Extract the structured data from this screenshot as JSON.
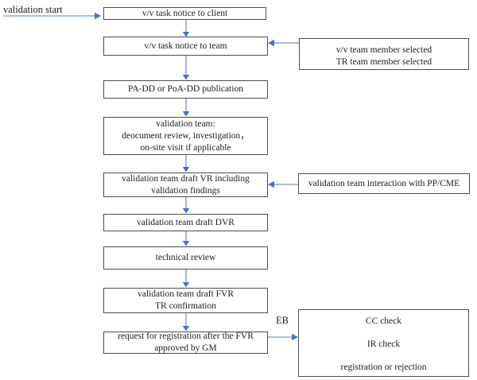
{
  "colors": {
    "background": "#ffffff",
    "box_border": "#4d4d4d",
    "text": "#1c1c1c",
    "arrow_line": "#8ea9dc",
    "arrow_head": "#4673c1"
  },
  "labels": {
    "start": "validation start",
    "eb_connector": "EB"
  },
  "flow": {
    "main_sequence": [
      {
        "name": "vv-task-notice-client",
        "lines": [
          "v/v task notice to client"
        ]
      },
      {
        "name": "vv-task-notice-team",
        "lines": [
          "v/v task notice to team"
        ]
      },
      {
        "name": "pa-dd-or-poa-dd-publication",
        "lines": [
          "PA-DD or PoA-DD publication"
        ]
      },
      {
        "name": "validation-team-review",
        "lines": [
          "validation team:",
          "deocument review, investigation，",
          "on-site visit if applicable"
        ]
      },
      {
        "name": "draft-vr",
        "lines": [
          "validation team draft VR including",
          "validation findings"
        ]
      },
      {
        "name": "draft-dvr",
        "lines": [
          "validation team draft DVR"
        ]
      },
      {
        "name": "technical-review",
        "lines": [
          "technical review"
        ]
      },
      {
        "name": "draft-fvr",
        "lines": [
          "validation team draft FVR",
          "TR confirmation"
        ]
      },
      {
        "name": "request-registration",
        "lines": [
          "request for registration after the FVR",
          "approved by GM"
        ]
      }
    ],
    "side_boxes": [
      {
        "name": "team-members-selected",
        "lines": [
          "v/v team member selected",
          "TR team member selected"
        ]
      },
      {
        "name": "pp-cme-interaction",
        "lines": [
          "validation team interaction with PP/CME"
        ]
      },
      {
        "name": "eb-checks",
        "lines": [
          "CC check",
          "IR check",
          "registration or rejection"
        ]
      }
    ]
  }
}
